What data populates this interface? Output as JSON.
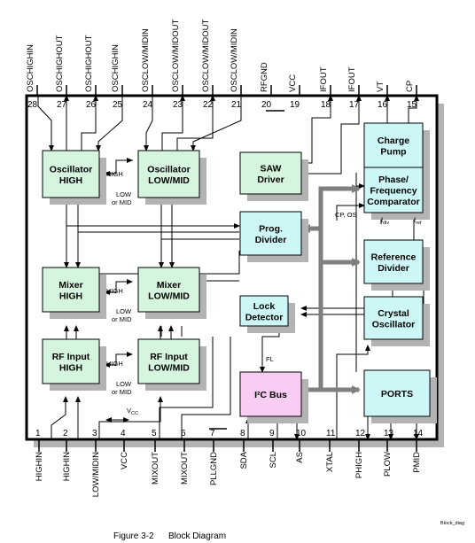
{
  "pins_top": [
    {
      "num": "28",
      "name": "OSCHIGHIN"
    },
    {
      "num": "27",
      "name": "OSCHIGHOUT"
    },
    {
      "num": "26",
      "name": "OSCHIGHOUT"
    },
    {
      "num": "25",
      "name": "OSCHIGHIN"
    },
    {
      "num": "24",
      "name": "OSCLOW/MIDIN"
    },
    {
      "num": "23",
      "name": "OSCLOW/MIDOUT"
    },
    {
      "num": "22",
      "name": "OSCLOW/MIDOUT"
    },
    {
      "num": "21",
      "name": "OSCLOW/MIDIN"
    },
    {
      "num": "20",
      "name": "RFGND"
    },
    {
      "num": "19",
      "name": "VCC"
    },
    {
      "num": "18",
      "name": "IFOUT"
    },
    {
      "num": "17",
      "name": "IFOUT"
    },
    {
      "num": "16",
      "name": "VT"
    },
    {
      "num": "15",
      "name": "CP"
    }
  ],
  "pins_bottom": [
    {
      "num": "1",
      "name": "HIGHIN"
    },
    {
      "num": "2",
      "name": "HIGHIN"
    },
    {
      "num": "3",
      "name": "LOW/MIDIN"
    },
    {
      "num": "4",
      "name": "VCC"
    },
    {
      "num": "5",
      "name": "MIXOUT"
    },
    {
      "num": "6",
      "name": "MIXOUT"
    },
    {
      "num": "7",
      "name": "PLLGND"
    },
    {
      "num": "8",
      "name": "SDA"
    },
    {
      "num": "9",
      "name": "SCL"
    },
    {
      "num": "10",
      "name": "AS"
    },
    {
      "num": "11",
      "name": "XTAL"
    },
    {
      "num": "12",
      "name": "PHIGH"
    },
    {
      "num": "13",
      "name": "PLOW"
    },
    {
      "num": "14",
      "name": "PMID"
    }
  ],
  "blocks": {
    "osc_high": [
      "Oscillator",
      "HIGH"
    ],
    "osc_lowmid": [
      "Oscillator",
      "LOW/MID"
    ],
    "saw_driver": [
      "SAW",
      "Driver"
    ],
    "charge_pump": [
      "Charge",
      "Pump"
    ],
    "phase_freq": [
      "Phase/",
      "Frequency",
      "Comparator"
    ],
    "prog_divider": [
      "Prog.",
      "Divider"
    ],
    "ref_divider": [
      "Reference",
      "Divider"
    ],
    "mixer_high": [
      "Mixer",
      "HIGH"
    ],
    "mixer_lowmid": [
      "Mixer",
      "LOW/MID"
    ],
    "lock_detector": [
      "Lock",
      "Detector"
    ],
    "crystal_osc": [
      "Crystal",
      "Oscillator"
    ],
    "rf_high": [
      "RF Input",
      "HIGH"
    ],
    "rf_lowmid": [
      "RF Input",
      "LOW/MID"
    ],
    "i2c_bus": "I²C Bus",
    "ports": "PORTS"
  },
  "labels": {
    "high1": "HIGH",
    "lowmid1": "LOW",
    "lowmid1b": "or MID",
    "high2": "HIGH",
    "lowmid2": "LOW",
    "lowmid2b": "or MID",
    "high3": "HIGH",
    "lowmid3": "LOW",
    "lowmid3b": "or MID",
    "cp_os": "CP, OS",
    "fdiv": "f",
    "fdiv_sub": "div",
    "fref": "f",
    "fref_sub": "ref",
    "fl": "FL",
    "vcc": "V",
    "vcc_sub": "CC"
  },
  "figure_tag": "Block_diag",
  "caption": {
    "number": "Figure 3-2",
    "title": "Block Diagram"
  },
  "colors": {
    "block_green": "#d6f5df",
    "block_cyan": "#cdf7f7",
    "block_pink": "#f9ccf3",
    "shadow": "#b3b3b3",
    "bus_gray": "#7f7f7f"
  }
}
